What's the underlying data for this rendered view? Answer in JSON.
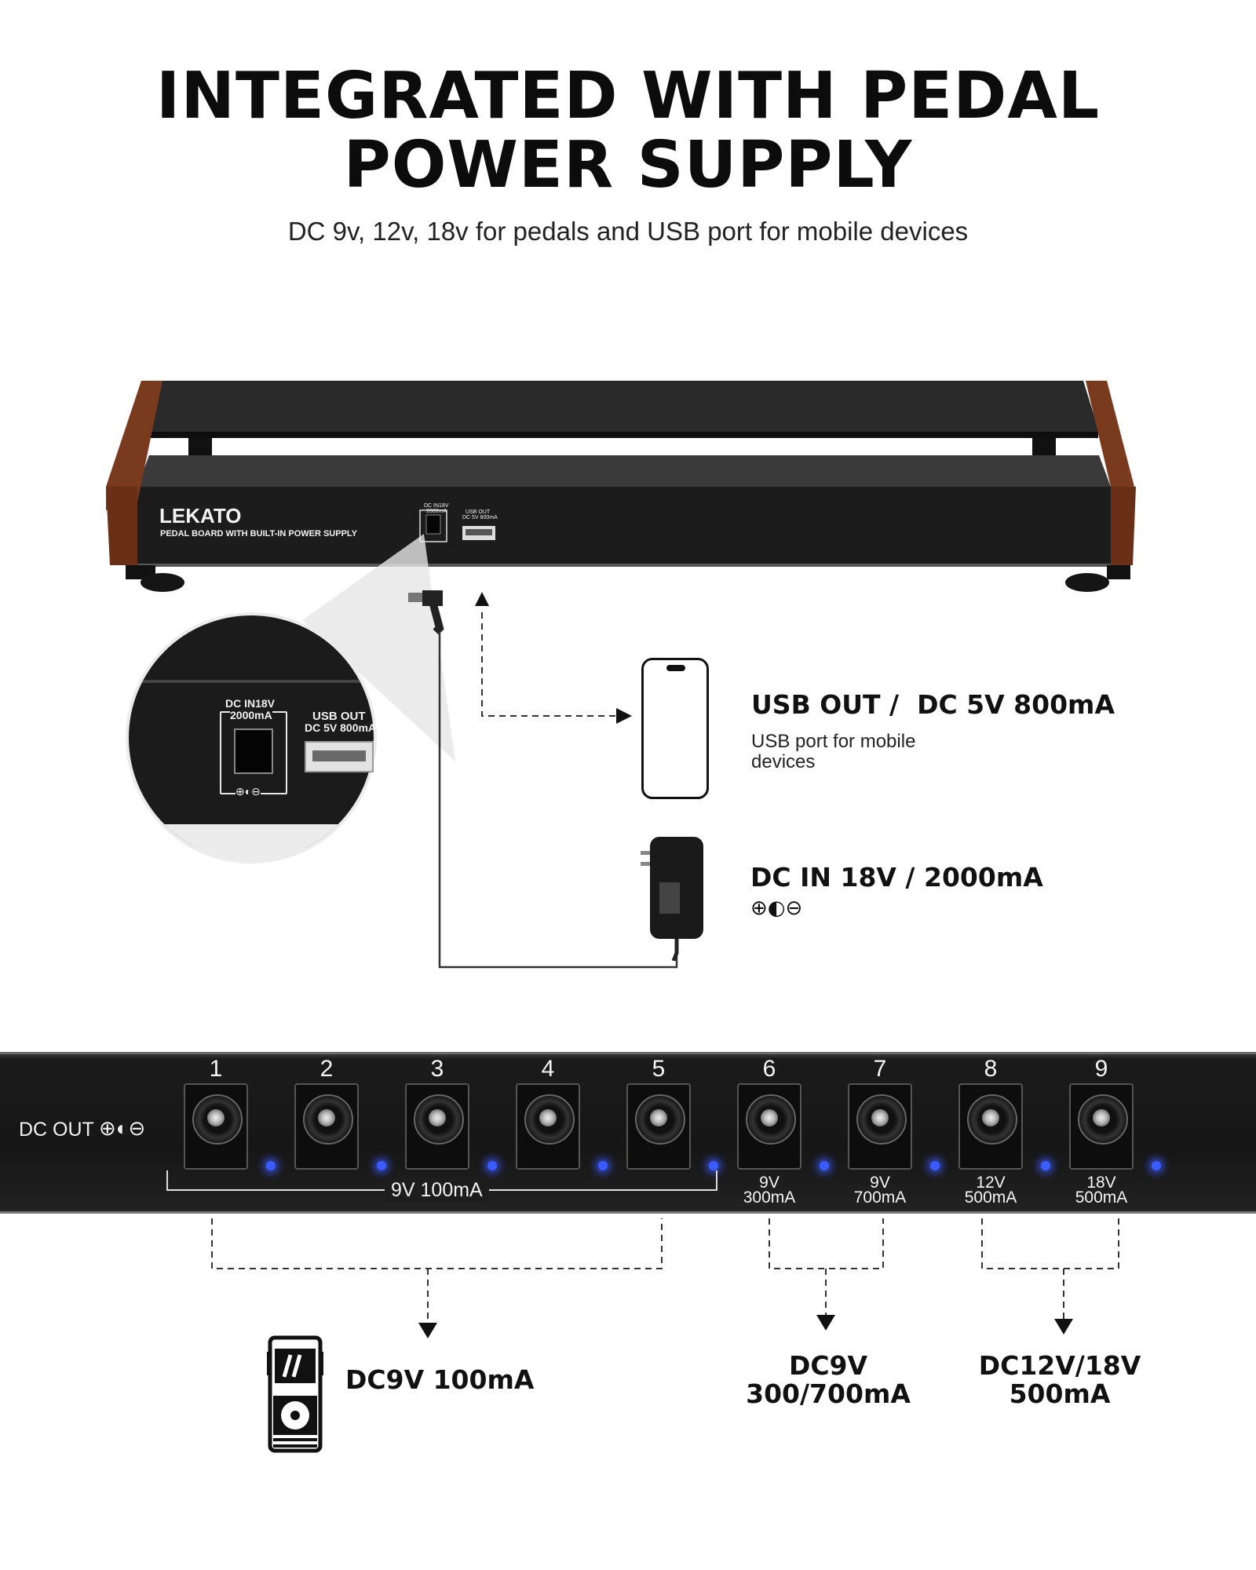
{
  "headline": {
    "line1": "INTEGRATED WITH PEDAL",
    "line2": "POWER SUPPLY",
    "subtitle": "DC 9v, 12v, 18v for pedals and USB port for mobile devices"
  },
  "board": {
    "brand": "LEKATO",
    "tagline": "PEDAL BOARD WITH BUILT-IN POWER SUPPLY",
    "dc_in_label_1": "DC IN18V",
    "dc_in_label_2": "2000mA",
    "usb_label_1": "USB OUT",
    "usb_label_2": "DC 5V 800mA"
  },
  "zoom": {
    "dc_in_label_1": "DC IN18V",
    "dc_in_label_2": "2000mA",
    "usb_label_1": "USB OUT",
    "usb_label_2": "DC 5V 800mA"
  },
  "usb_out": {
    "title": "USB OUT /  DC 5V 800mA",
    "desc_1": "USB port for mobile",
    "desc_2": "devices"
  },
  "dc_in": {
    "title": "DC IN 18V / 2000mA"
  },
  "dc_out": {
    "label": "DC OUT",
    "ports": [
      "1",
      "2",
      "3",
      "4",
      "5",
      "6",
      "7",
      "8",
      "9"
    ],
    "group_label": "9V 100mA",
    "specs": [
      {
        "v": "9V",
        "ma": "300mA"
      },
      {
        "v": "9V",
        "ma": "700mA"
      },
      {
        "v": "12V",
        "ma": "500mA"
      },
      {
        "v": "18V",
        "ma": "500mA"
      }
    ]
  },
  "bottom": {
    "dc9v_100": "DC9V 100mA",
    "dc9v_line1": "DC9V",
    "dc9v_line2": "300/700mA",
    "dc12_line1": "DC12V/18V",
    "dc12_line2": "500mA"
  },
  "colors": {
    "led": "#3a5cff",
    "wood": "#7a3a1e",
    "board": "#1e1e1e"
  }
}
